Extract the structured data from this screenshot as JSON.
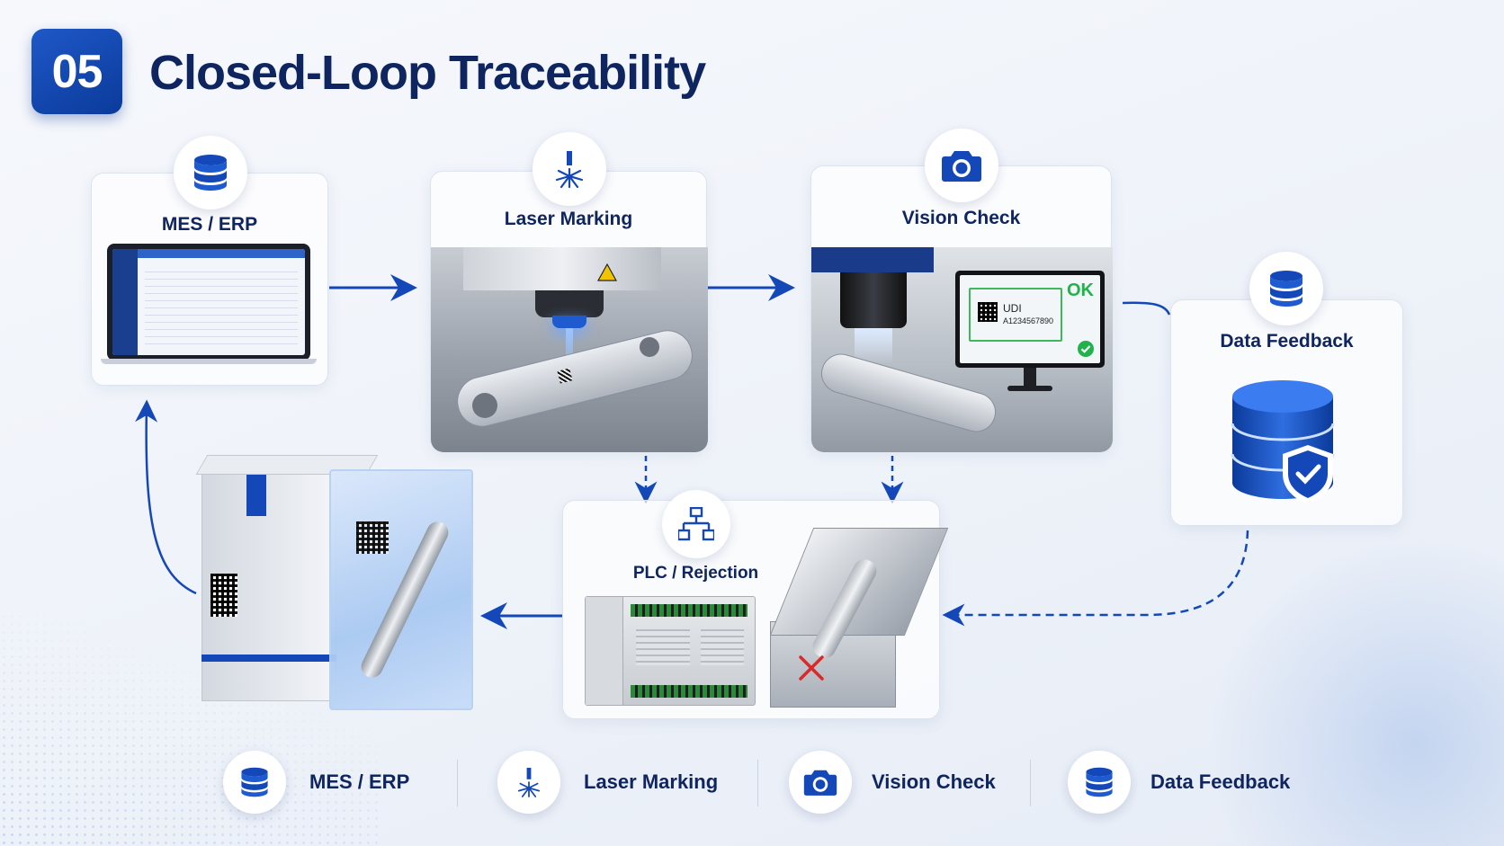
{
  "header": {
    "step_number": "05",
    "title": "Closed-Loop Traceability"
  },
  "nodes": {
    "mes_erp": {
      "label": "MES / ERP",
      "icon": "database-icon"
    },
    "laser_marking": {
      "label": "Laser Marking",
      "icon": "laser-icon"
    },
    "vision_check": {
      "label": "Vision Check",
      "icon": "camera-icon"
    },
    "data_feedback": {
      "label": "Data Feedback",
      "icon": "database-icon"
    },
    "plc_rejection": {
      "label": "PLC / Rejection",
      "icon": "hierarchy-icon"
    }
  },
  "vision_screen": {
    "status": "OK",
    "code_label": "UDI",
    "code_value": "A1234567890"
  },
  "legend": [
    {
      "label": "MES / ERP",
      "icon": "database-icon"
    },
    {
      "label": "Laser Marking",
      "icon": "laser-icon"
    },
    {
      "label": "Vision Check",
      "icon": "camera-icon"
    },
    {
      "label": "Data Feedback",
      "icon": "database-icon"
    }
  ],
  "colors": {
    "brand_blue": "#1448b8",
    "title_navy": "#0f2560",
    "ok_green": "#22b24c",
    "reject_red": "#d92a2a"
  }
}
